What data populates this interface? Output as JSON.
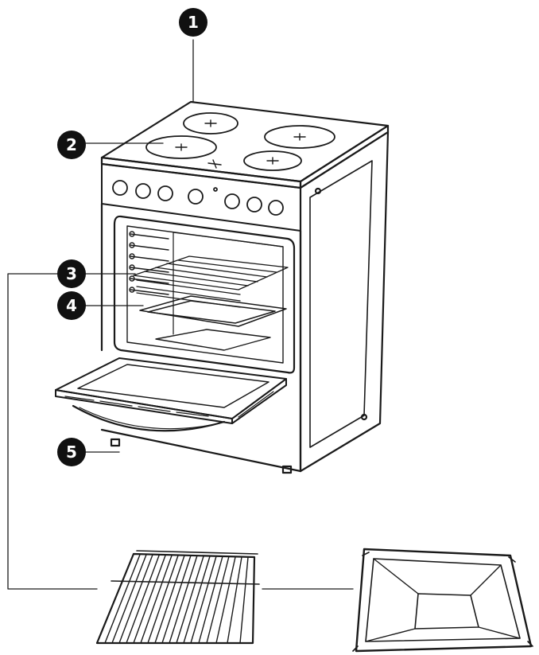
{
  "callouts": [
    {
      "number": "1",
      "part": "hob"
    },
    {
      "number": "2",
      "part": "hotplates"
    },
    {
      "number": "3",
      "part": "wire-shelf"
    },
    {
      "number": "4",
      "part": "baking-tray"
    },
    {
      "number": "5",
      "part": "adjustable-feet"
    }
  ],
  "colors": {
    "line": "#1a1a1a",
    "badge_fill": "#111111",
    "badge_text": "#ffffff",
    "background": "#ffffff"
  }
}
